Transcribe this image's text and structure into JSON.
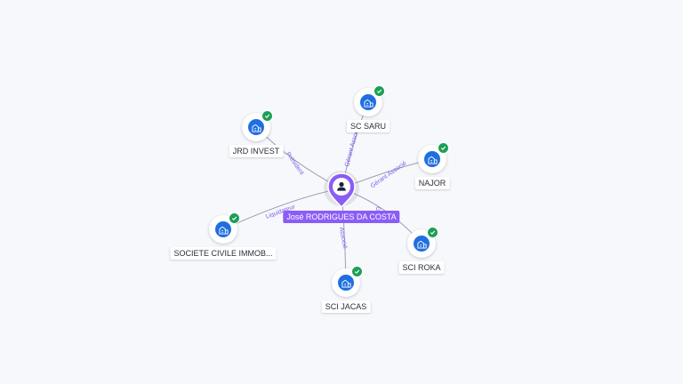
{
  "center": {
    "name": "José RODRIGUES DA COSTA",
    "icon": "person-icon"
  },
  "nodes": [
    {
      "id": "jrd",
      "name": "JRD INVEST",
      "icon": "building-icon",
      "verified": true,
      "role": "Président"
    },
    {
      "id": "scsaru",
      "name": "SC SARU",
      "icon": "building-icon",
      "verified": true,
      "role": "Gérant Associé"
    },
    {
      "id": "najor",
      "name": "NAJOR",
      "icon": "building-icon",
      "verified": true,
      "role": "Gérant Associé"
    },
    {
      "id": "sciroka",
      "name": "SCI ROKA",
      "icon": "building-icon",
      "verified": true,
      "role": "Gérant"
    },
    {
      "id": "scijacas",
      "name": "SCI JACAS",
      "icon": "building-icon",
      "verified": true,
      "role": "Associé"
    },
    {
      "id": "societe",
      "name": "SOCIETE CIVILE IMMOB...",
      "icon": "building-icon",
      "verified": true,
      "role": "Liquidateur"
    }
  ],
  "colors": {
    "accent": "#8b5cf6",
    "node": "#1f6fe0",
    "verified": "#1e9e57",
    "edge": "#9aa0b4"
  }
}
